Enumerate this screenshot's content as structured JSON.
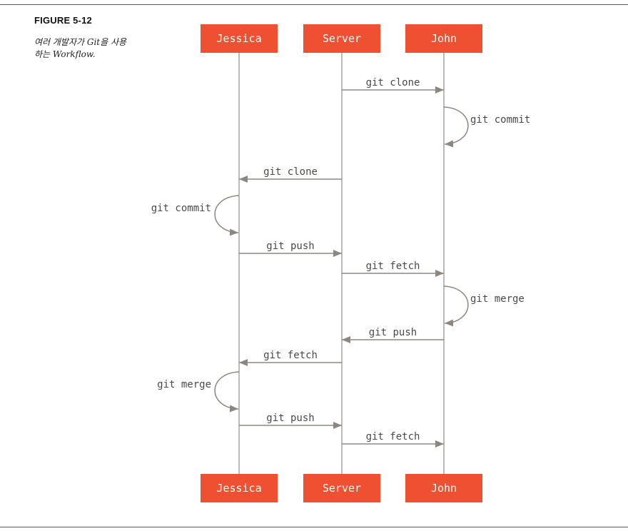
{
  "figure": {
    "label": "FIGURE 5-12",
    "caption": "여러 개발자가 Git을 사용하는 Workflow."
  },
  "colors": {
    "actor_box": "#f05032",
    "actor_text": "#ffffff",
    "lifeline": "#8c8c8c",
    "arrow": "#8d877f",
    "message_text": "#4a4a4a"
  },
  "actors": [
    {
      "id": "jessica",
      "label": "Jessica"
    },
    {
      "id": "server",
      "label": "Server"
    },
    {
      "id": "john",
      "label": "John"
    }
  ],
  "messages": [
    {
      "from": "server",
      "to": "john",
      "label": "git clone"
    },
    {
      "from": "john",
      "to": "john",
      "label": "git commit"
    },
    {
      "from": "server",
      "to": "jessica",
      "label": "git clone"
    },
    {
      "from": "jessica",
      "to": "jessica",
      "label": "git commit"
    },
    {
      "from": "jessica",
      "to": "server",
      "label": "git push"
    },
    {
      "from": "server",
      "to": "john",
      "label": "git fetch"
    },
    {
      "from": "john",
      "to": "john",
      "label": "git merge"
    },
    {
      "from": "john",
      "to": "server",
      "label": "git push"
    },
    {
      "from": "server",
      "to": "jessica",
      "label": "git fetch"
    },
    {
      "from": "jessica",
      "to": "jessica",
      "label": "git merge"
    },
    {
      "from": "jessica",
      "to": "server",
      "label": "git push"
    },
    {
      "from": "server",
      "to": "john",
      "label": "git fetch"
    }
  ]
}
